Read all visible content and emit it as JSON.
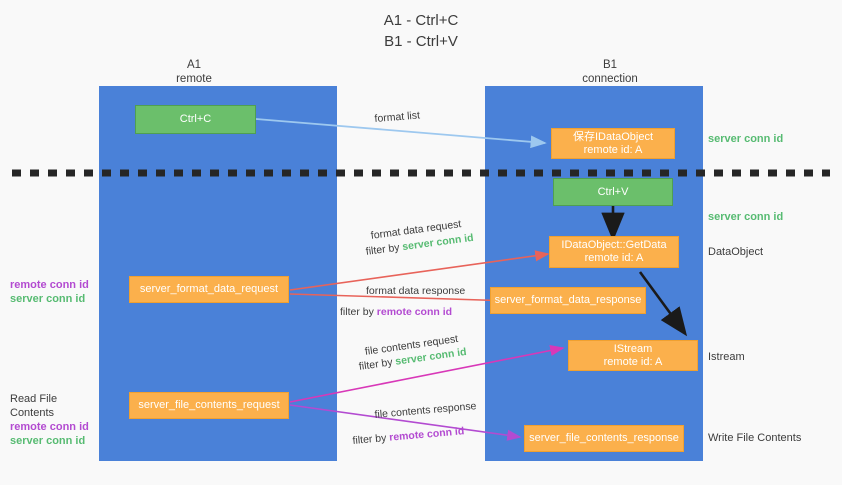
{
  "title": "A1 - Ctrl+C\nB1 - Ctrl+V",
  "colors": {
    "background": "#f9f9f9",
    "panel_blue": "#4a81d8",
    "node_green": "#6bbf6b",
    "node_orange": "#fbb04c",
    "green_text": "#57bb72",
    "purple_text": "#b34bd1",
    "arrow_lightblue": "#9dc8ef",
    "arrow_red": "#e8635a",
    "arrow_magenta": "#d838b8",
    "arrow_purple": "#b34bd1",
    "arrow_black": "#1a1a1a",
    "divider_black": "#262626"
  },
  "panels": [
    {
      "name": "A1",
      "header": "A1\nremote"
    },
    {
      "name": "B1",
      "header": "B1\nconnection"
    }
  ],
  "nodes": {
    "ctrl_c": "Ctrl+C",
    "ctrl_v": "Ctrl+V",
    "save_idataobject": "保存IDataObject\nremote id: A",
    "idataobject_getdata": "IDataObject::GetData\nremote id: A",
    "istream": "IStream\nremote id: A",
    "server_format_data_request": "server_format_data_request",
    "server_format_data_response": "server_format_data_response",
    "server_file_contents_request": "server_file_contents_request",
    "server_file_contents_response": "server_file_contents_response"
  },
  "right_labels": {
    "server_conn_id_top": "server conn id",
    "server_conn_id_mid": "server conn id",
    "dataobject": "DataObject",
    "istream": "Istream",
    "write_file_contents": "Write File Contents"
  },
  "left_labels": {
    "format_group": {
      "line1": "remote conn id",
      "line2": "server conn id"
    },
    "file_group": {
      "line0": "Read File Contents",
      "line1": "remote conn id",
      "line2": "server conn id"
    }
  },
  "edge_labels": {
    "format_list": "format list",
    "format_data_request": "format data request",
    "format_data_request_filter_pre": "filter by ",
    "format_data_request_filter_key": "server conn id",
    "format_data_response": "format data response",
    "format_data_response_filter_pre": "filter by ",
    "format_data_response_filter_key": "remote conn id",
    "file_contents_request": "file contents request",
    "file_contents_request_filter_pre": "filter by ",
    "file_contents_request_filter_key": "server conn id",
    "file_contents_response": "file contents response",
    "file_contents_response_filter_pre": "filter by ",
    "file_contents_response_filter_key": "remote conn id"
  }
}
